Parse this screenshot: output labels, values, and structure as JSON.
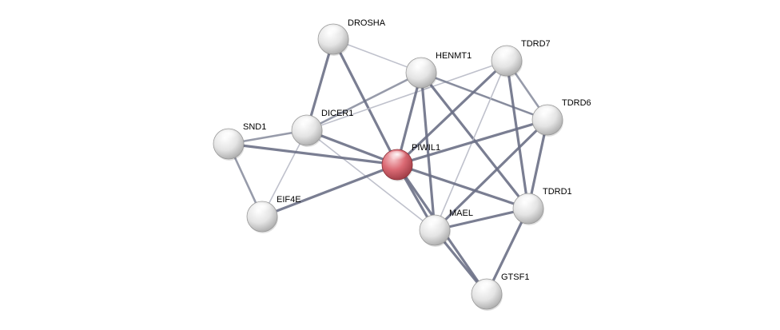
{
  "network": {
    "colors": {
      "edge": "#6b7086",
      "edge_weak": "#b8bac6",
      "node_default": "#e6e6e6",
      "node_query": "#e0707a",
      "label": "#000000"
    },
    "nodes": [
      {
        "id": "DROSHA",
        "label": "DROSHA",
        "query": false
      },
      {
        "id": "HENMT1",
        "label": "HENMT1",
        "query": false
      },
      {
        "id": "TDRD7",
        "label": "TDRD7",
        "query": false
      },
      {
        "id": "TDRD6",
        "label": "TDRD6",
        "query": false
      },
      {
        "id": "DICER1",
        "label": "DICER1",
        "query": false
      },
      {
        "id": "SND1",
        "label": "SND1",
        "query": false
      },
      {
        "id": "PIWIL1",
        "label": "PIWIL1",
        "query": true
      },
      {
        "id": "EIF4E",
        "label": "EIF4E",
        "query": false
      },
      {
        "id": "TDRD1",
        "label": "TDRD1",
        "query": false
      },
      {
        "id": "MAEL",
        "label": "MAEL",
        "query": false
      },
      {
        "id": "GTSF1",
        "label": "GTSF1",
        "query": false
      }
    ],
    "edges": [
      {
        "source": "DROSHA",
        "target": "DICER1",
        "strength": "strong"
      },
      {
        "source": "DROSHA",
        "target": "PIWIL1",
        "strength": "strong"
      },
      {
        "source": "DROSHA",
        "target": "TDRD6",
        "strength": "weak"
      },
      {
        "source": "DICER1",
        "target": "SND1",
        "strength": "medium"
      },
      {
        "source": "DICER1",
        "target": "EIF4E",
        "strength": "weak"
      },
      {
        "source": "DICER1",
        "target": "PIWIL1",
        "strength": "strong"
      },
      {
        "source": "DICER1",
        "target": "HENMT1",
        "strength": "medium"
      },
      {
        "source": "DICER1",
        "target": "TDRD7",
        "strength": "weak"
      },
      {
        "source": "DICER1",
        "target": "MAEL",
        "strength": "weak"
      },
      {
        "source": "SND1",
        "target": "EIF4E",
        "strength": "medium"
      },
      {
        "source": "SND1",
        "target": "PIWIL1",
        "strength": "strong"
      },
      {
        "source": "EIF4E",
        "target": "PIWIL1",
        "strength": "strong"
      },
      {
        "source": "HENMT1",
        "target": "PIWIL1",
        "strength": "strong"
      },
      {
        "source": "HENMT1",
        "target": "MAEL",
        "strength": "strong"
      },
      {
        "source": "HENMT1",
        "target": "TDRD1",
        "strength": "strong"
      },
      {
        "source": "HENMT1",
        "target": "TDRD6",
        "strength": "medium"
      },
      {
        "source": "TDRD7",
        "target": "PIWIL1",
        "strength": "strong"
      },
      {
        "source": "TDRD7",
        "target": "TDRD6",
        "strength": "medium"
      },
      {
        "source": "TDRD7",
        "target": "TDRD1",
        "strength": "strong"
      },
      {
        "source": "TDRD7",
        "target": "MAEL",
        "strength": "weak"
      },
      {
        "source": "TDRD6",
        "target": "PIWIL1",
        "strength": "strong"
      },
      {
        "source": "TDRD6",
        "target": "TDRD1",
        "strength": "strong"
      },
      {
        "source": "TDRD6",
        "target": "MAEL",
        "strength": "strong"
      },
      {
        "source": "PIWIL1",
        "target": "MAEL",
        "strength": "strong"
      },
      {
        "source": "PIWIL1",
        "target": "TDRD1",
        "strength": "strong"
      },
      {
        "source": "PIWIL1",
        "target": "GTSF1",
        "strength": "strong"
      },
      {
        "source": "MAEL",
        "target": "TDRD1",
        "strength": "strong"
      },
      {
        "source": "MAEL",
        "target": "GTSF1",
        "strength": "strong"
      },
      {
        "source": "TDRD1",
        "target": "GTSF1",
        "strength": "strong"
      }
    ]
  }
}
